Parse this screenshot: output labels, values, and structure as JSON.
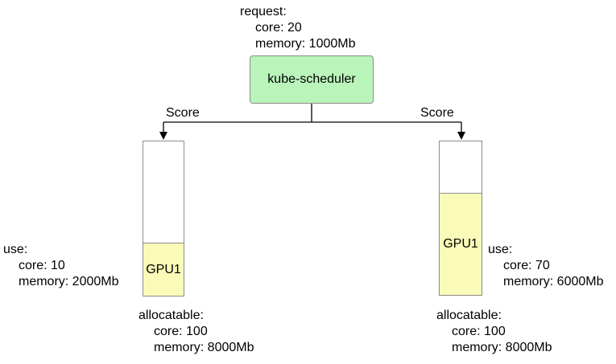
{
  "request": {
    "title": "request:",
    "core": "core: 20",
    "memory": "memory: 1000Mb"
  },
  "scheduler": {
    "label": "kube-scheduler"
  },
  "edges": {
    "left": {
      "label": "Score"
    },
    "right": {
      "label": "Score"
    }
  },
  "nodes": {
    "left": {
      "gpu": "GPU1",
      "use": {
        "title": "use:",
        "core": "core: 10",
        "memory": "memory: 2000Mb"
      },
      "allocatable": {
        "title": "allocatable:",
        "core": "core: 100",
        "memory": "memory: 8000Mb"
      }
    },
    "right": {
      "gpu": "GPU1",
      "use": {
        "title": "use:",
        "core": "core: 70",
        "memory": "memory: 6000Mb"
      },
      "allocatable": {
        "title": "allocatable:",
        "core": "core: 100",
        "memory": "memory: 8000Mb"
      }
    }
  },
  "colors": {
    "scheduler_fill": "#b9f4bb",
    "gpu_fill": "#fbfbb9",
    "box_border": "#8c8c8c",
    "edge_line": "#000000"
  }
}
